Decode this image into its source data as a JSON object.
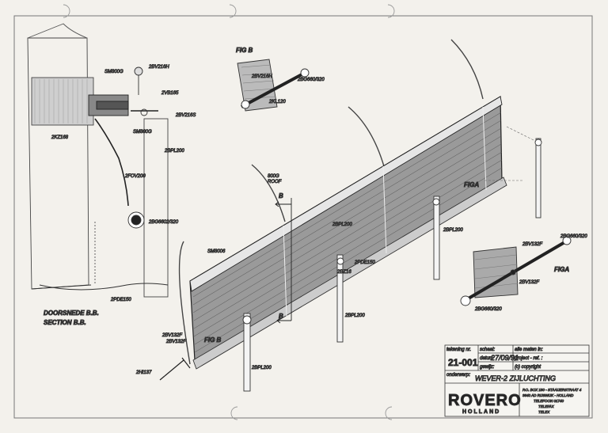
{
  "figures": {
    "fig_b_top": "FIG B",
    "fig_b_bottom": "FIG B",
    "fig_a_right": "FIGA",
    "fig_a_small": "FIGA"
  },
  "section": {
    "line1": "DOORSNEDE B.B.",
    "line2": "SECTION B.B."
  },
  "section_marker": "B",
  "parts": {
    "p_2kz168": "2KZ168",
    "p_sm8006": "SM800G",
    "p_2bv216h": "2BV216H",
    "p_2vb165": "2VB165",
    "p_2bv216s": "2BV216S",
    "p_sm8006b": "SM800G",
    "p_2bpl200": "2BPL200",
    "p_2fov200": "2FOV200",
    "p_2bg6602": "2BG6602/320",
    "p_2pde150": "2PDE150",
    "p_figb_2bv": "2BV216H",
    "p_figb_2bg": "2BG660/320",
    "p_figb_2kl": "2KL120",
    "p_800g": "800G",
    "p_roof": "ROOF",
    "p_sm8006c": "SM8006",
    "p_2bpl200b": "2BPL200",
    "p_2pde150b": "2PDE150",
    "p_2bz16": "2BZ16",
    "p_2bpl200c": "2BPL200",
    "p_2bpl200d": "2BPL200",
    "p_2bv132f": "2BV132F",
    "p_2bv132fb": "2BV132F",
    "p_2hi137": "2HI137",
    "p_2bpl200e": "2BPL200",
    "p_figa_2bv": "2BV132F",
    "p_figa_2bg": "2BG660/320",
    "p_figa_2bv2": "2BV132F",
    "p_figa_2bg2": "2BG660/320"
  },
  "title_block": {
    "tekening_nr_label": "tekening nr.",
    "drawing_number": "21-001",
    "schaal_label": "schaal:",
    "datum_label": "datum",
    "date": "27/09/91",
    "gewijz_label": "gewijz:",
    "alle_maten_label": "alle maten in:",
    "project_ref_label": "project - ref. :",
    "copyright_label": "(c) copyright",
    "onderwerp_label": "onderwerp:",
    "subject": "WEVER-2 ZIJLUCHTING",
    "logo_main": "ROVERO",
    "logo_sub": "HOLLAND",
    "address1": "P.O. BOX 180 - STAAIJERSTRAAT 4",
    "address2": "3640 AD RIJSWIJK - HOLLAND",
    "phone": "TELEFOON  01740",
    "fax": "TELEFAX",
    "telex": "TELEX"
  }
}
